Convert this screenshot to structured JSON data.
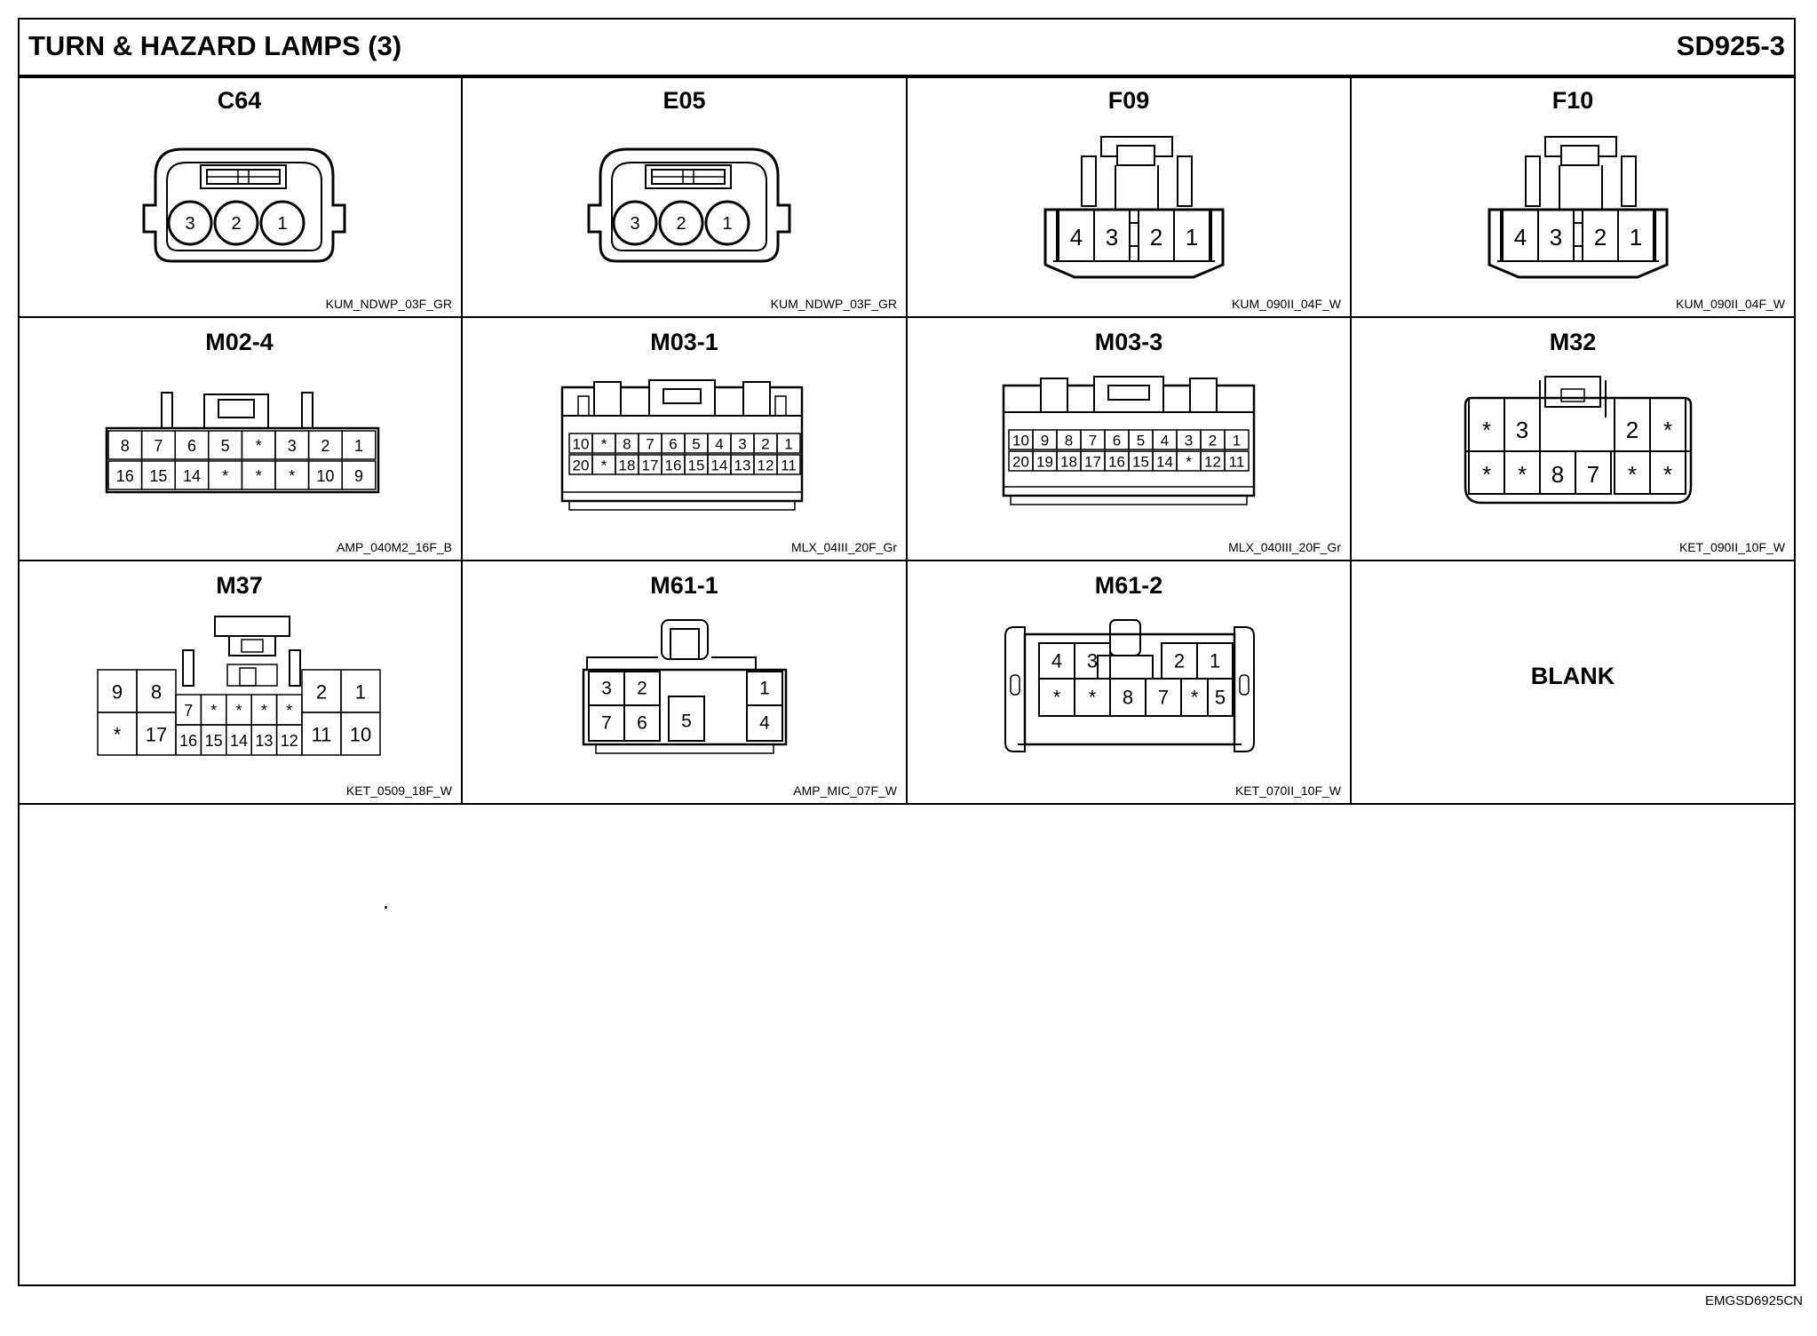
{
  "header": {
    "title": "TURN & HAZARD LAMPS (3)",
    "code": "SD925-3"
  },
  "footer": {
    "code": "EMGSD6925CN"
  },
  "connectors": [
    {
      "name": "C64",
      "code": "KUM_NDWP_03F_GR"
    },
    {
      "name": "E05",
      "code": "KUM_NDWP_03F_GR"
    },
    {
      "name": "F09",
      "code": "KUM_090II_04F_W"
    },
    {
      "name": "F10",
      "code": "KUM_090II_04F_W"
    },
    {
      "name": "M02-4",
      "code": "AMP_040M2_16F_B"
    },
    {
      "name": "M03-1",
      "code": "MLX_04III_20F_Gr"
    },
    {
      "name": "M03-3",
      "code": "MLX_040III_20F_Gr"
    },
    {
      "name": "M32",
      "code": "KET_090II_10F_W"
    },
    {
      "name": "M37",
      "code": "KET_0509_18F_W"
    },
    {
      "name": "M61-1",
      "code": "AMP_MIC_07F_W"
    },
    {
      "name": "M61-2",
      "code": "KET_070II_10F_W"
    },
    {
      "name": "BLANK",
      "code": ""
    }
  ],
  "pins": {
    "c64": [
      "3",
      "2",
      "1"
    ],
    "e05": [
      "3",
      "2",
      "1"
    ],
    "f09": [
      "4",
      "3",
      "2",
      "1"
    ],
    "f10": [
      "4",
      "3",
      "2",
      "1"
    ],
    "m02_4": {
      "top": [
        "8",
        "7",
        "6",
        "5",
        "*",
        "3",
        "2",
        "1"
      ],
      "bottom": [
        "16",
        "15",
        "14",
        "*",
        "*",
        "*",
        "10",
        "9"
      ]
    },
    "m03_1": {
      "top": [
        "10",
        "*",
        "8",
        "7",
        "6",
        "5",
        "4",
        "3",
        "2",
        "1"
      ],
      "bottom": [
        "20",
        "*",
        "18",
        "17",
        "16",
        "15",
        "14",
        "13",
        "12",
        "11"
      ]
    },
    "m03_3": {
      "top": [
        "10",
        "9",
        "8",
        "7",
        "6",
        "5",
        "4",
        "3",
        "2",
        "1"
      ],
      "bottom": [
        "20",
        "19",
        "18",
        "17",
        "16",
        "15",
        "14",
        "*",
        "12",
        "11"
      ]
    },
    "m32": {
      "top": [
        "*",
        "3",
        "2",
        "*"
      ],
      "bottom": [
        "*",
        "*",
        "8",
        "7",
        "*",
        "*"
      ]
    },
    "m37": {
      "outer_top": [
        "9",
        "8",
        "2",
        "1"
      ],
      "mid": [
        "7",
        "*",
        "*",
        "*",
        "*"
      ],
      "outer_bottom": [
        "*",
        "17",
        "11",
        "10"
      ],
      "low": [
        "16",
        "15",
        "14",
        "13",
        "12"
      ]
    },
    "m61_1": {
      "top": [
        "3",
        "2",
        "1"
      ],
      "bottom": [
        "7",
        "6",
        "5",
        "4"
      ]
    },
    "m61_2": {
      "top": [
        "4",
        "3",
        "2",
        "1"
      ],
      "bottom": [
        "*",
        "*",
        "8",
        "7",
        "*",
        "5"
      ]
    }
  }
}
